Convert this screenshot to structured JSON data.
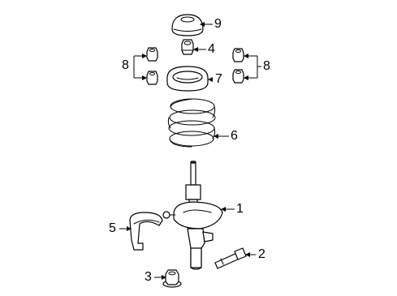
{
  "diagram": {
    "labels": {
      "strut_assembly": "1",
      "bolt": "2",
      "nut": "3",
      "mount_nut": "4",
      "bracket": "5",
      "coil_spring": "6",
      "spring_seat": "7",
      "nuts_left": "8",
      "nuts_right": "8",
      "top_cap": "9"
    }
  }
}
